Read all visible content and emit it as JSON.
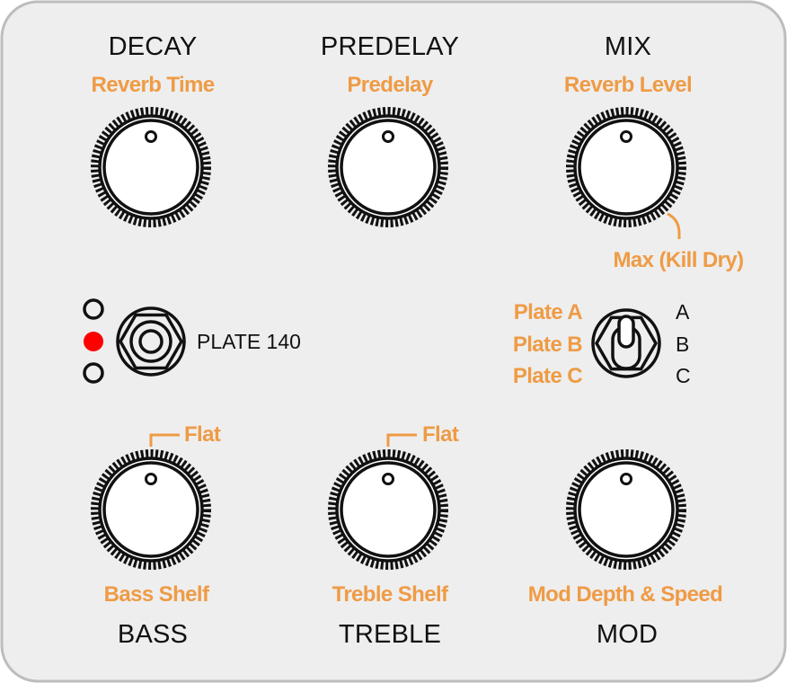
{
  "colors": {
    "accent": "#ef9b45",
    "ink": "#111111",
    "led_on": "#ff0000",
    "panel_bg": "#eeeeee",
    "panel_border": "#bdbdbd"
  },
  "knobs": [
    {
      "id": "decay",
      "name": "DECAY",
      "sub": "Reverb Time"
    },
    {
      "id": "predelay",
      "name": "PREDELAY",
      "sub": "Predelay"
    },
    {
      "id": "mix",
      "name": "MIX",
      "sub": "Reverb Level",
      "note": "Max (Kill Dry)"
    },
    {
      "id": "bass",
      "name": "BASS",
      "sub": "Bass Shelf",
      "note": "Flat"
    },
    {
      "id": "treble",
      "name": "TREBLE",
      "sub": "Treble Shelf",
      "note": "Flat"
    },
    {
      "id": "mod",
      "name": "MOD",
      "sub": "Mod Depth & Speed"
    }
  ],
  "footswitch": {
    "label": "PLATE 140",
    "leds": [
      false,
      true,
      false
    ]
  },
  "toggle": {
    "options": [
      {
        "position": "A",
        "name": "Plate A"
      },
      {
        "position": "B",
        "name": "Plate B"
      },
      {
        "position": "C",
        "name": "Plate C"
      }
    ]
  }
}
